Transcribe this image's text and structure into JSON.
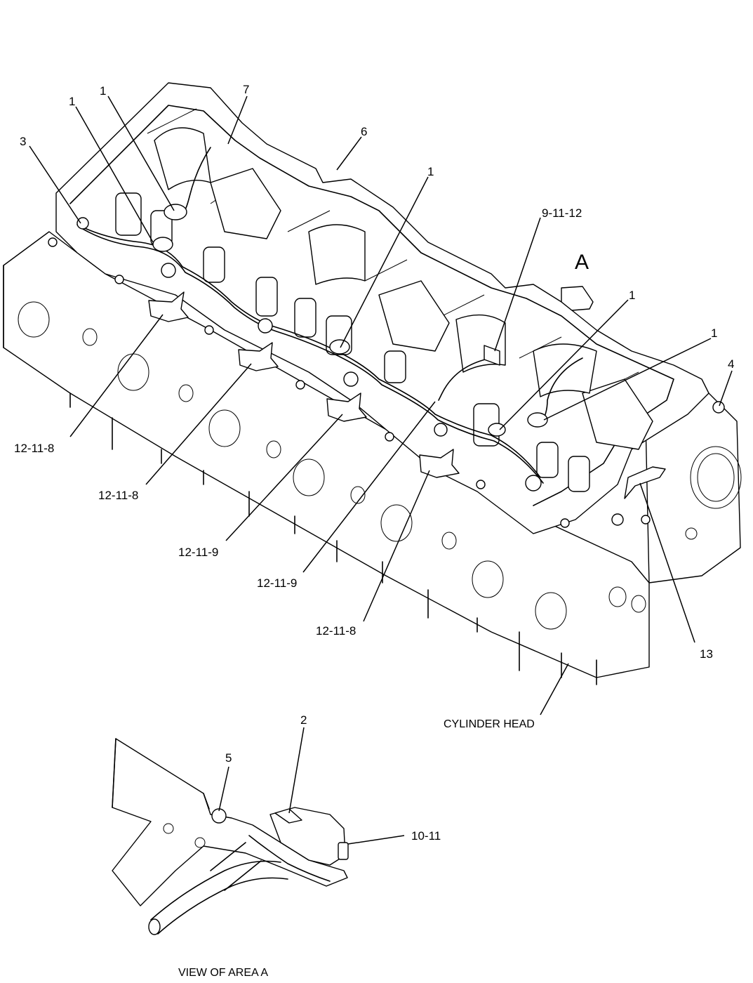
{
  "callouts": {
    "c1a": "1",
    "c1b": "1",
    "c7": "7",
    "c3": "3",
    "c6": "6",
    "c1c": "1",
    "c9_11_12": "9-11-12",
    "c1d": "1",
    "c1e": "1",
    "c4": "4",
    "c12_11_8a": "12-11-8",
    "c12_11_8b": "12-11-8",
    "c12_11_9a": "12-11-9",
    "c12_11_9b": "12-11-9",
    "c12_11_8c": "12-11-8",
    "c13": "13",
    "c2": "2",
    "c5": "5",
    "c10_11": "10-11"
  },
  "area_marker": "A",
  "captions": {
    "cylinder_head": "CYLINDER HEAD",
    "view_of_area": "VIEW OF AREA  A"
  }
}
